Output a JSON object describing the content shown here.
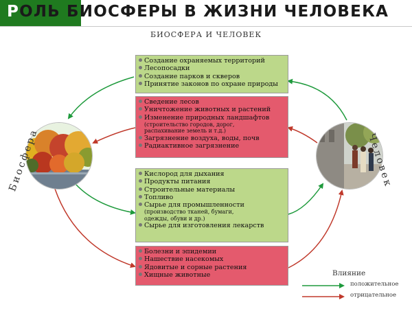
{
  "title": {
    "first_letter": "Р",
    "rest": "ОЛЬ БИОСФЕРЫ В ЖИЗНИ ЧЕЛОВЕКА"
  },
  "subtitle": "БИОСФЕРА И ЧЕЛОВЕК",
  "colors": {
    "positive": "#1e9a3c",
    "negative": "#c0392b",
    "green_box": "#bcd88a",
    "red_box": "#e45a6d",
    "title_green": "#1f7a1f"
  },
  "labels": {
    "biosphere": "Биосфера",
    "human": "Человек"
  },
  "boxes": [
    {
      "type": "positive",
      "items": [
        {
          "text": "Создание охраняемых территорий"
        },
        {
          "text": "Лесопосадки"
        },
        {
          "text": "Создание парков и скверов"
        },
        {
          "text": "Принятие законов по охране природы"
        }
      ]
    },
    {
      "type": "negative",
      "items": [
        {
          "text": "Сведение лесов"
        },
        {
          "text": "Уничтожение животных и растений"
        },
        {
          "text": "Изменение природных ландшафтов"
        },
        {
          "text": "(строительство городов, дорог,",
          "sub": true
        },
        {
          "text": "распахивание земель и т.д.)",
          "sub": true
        },
        {
          "text": "Загрязнение воздуха, воды, почв"
        },
        {
          "text": "Радиактивное загрязнение"
        }
      ]
    },
    {
      "type": "positive",
      "items": [
        {
          "text": "Кислород для дыхания"
        },
        {
          "text": "Продукты питания"
        },
        {
          "text": "Строительные материалы"
        },
        {
          "text": "Топливо"
        },
        {
          "text": "Сырье для промышленности"
        },
        {
          "text": "(производство тканей, бумаги,",
          "sub": true
        },
        {
          "text": "одежды, обуви и др.)",
          "sub": true
        },
        {
          "text": "Сырье для изготовления лекарств"
        }
      ]
    },
    {
      "type": "negative",
      "items": [
        {
          "text": "Болезни и эпидемии"
        },
        {
          "text": "Нашествие насекомых"
        },
        {
          "text": "Ядовитые и сорные растения"
        },
        {
          "text": "Хищные животные"
        }
      ]
    }
  ],
  "legend": {
    "title": "Влияние",
    "positive": "положительное",
    "negative": "отрицательное"
  }
}
